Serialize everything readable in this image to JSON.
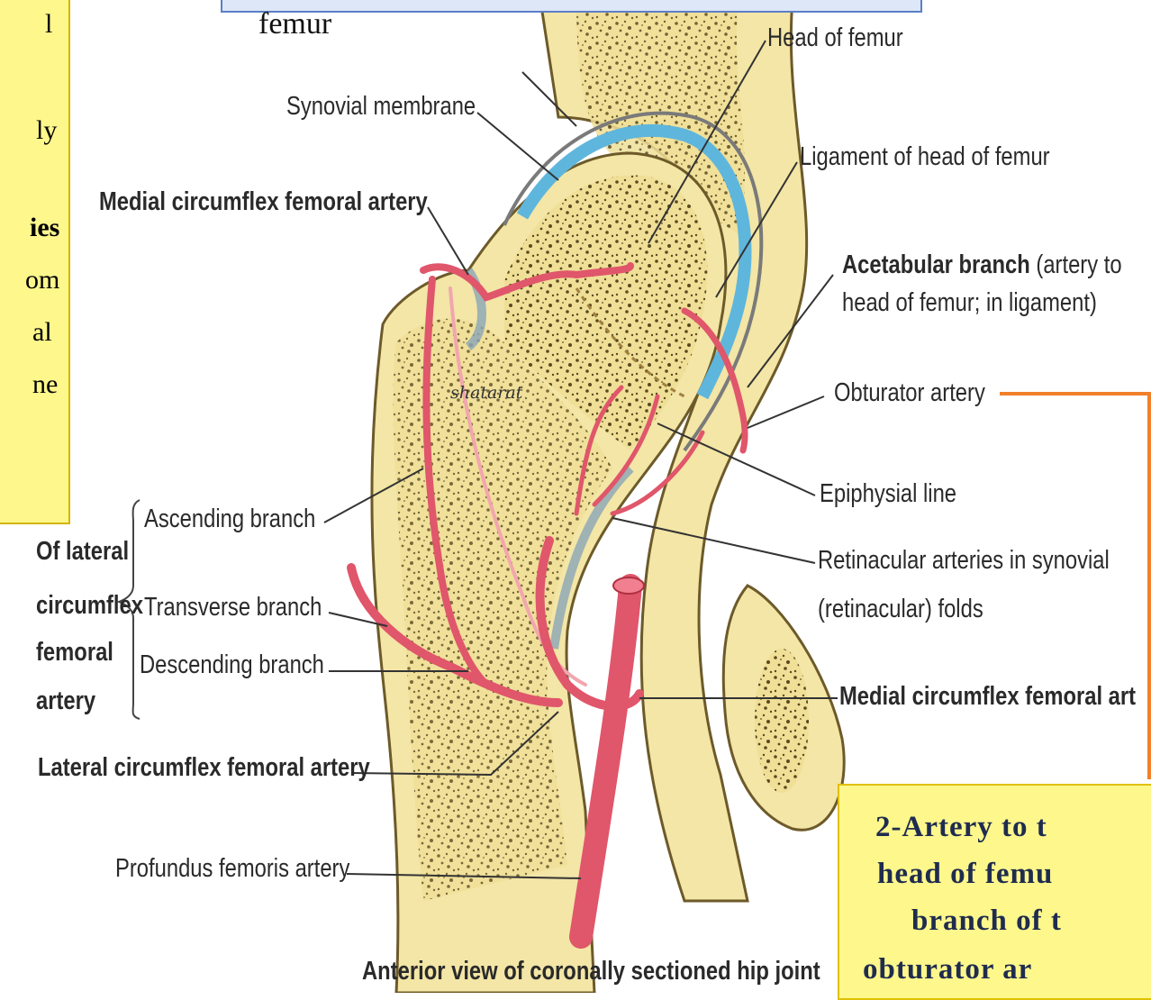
{
  "left_box": {
    "lines": [
      "l",
      "ly",
      "ies",
      "om",
      "al",
      "ne"
    ]
  },
  "top_box": {
    "text": "femur"
  },
  "labels": {
    "head_of_femur": "Head of femur",
    "synovial_membrane": "Synovial membrane",
    "ligament_of_head": "Ligament of head of femur",
    "medial_circumflex_top": "Medial circumflex femoral artery",
    "acetabular_branch_bold": "Acetabular branch",
    "acetabular_branch_rest": "(artery to",
    "acetabular_branch_line2": "head of femur; in ligament)",
    "obturator_artery": "Obturator artery",
    "epiphysial_line": "Epiphysial line",
    "retinacular_1": "Retinacular arteries in synovial",
    "retinacular_2": "(retinacular) folds",
    "medial_circumflex_right": "Medial circumflex femoral art",
    "ascending_branch": "Ascending branch",
    "transverse_branch": "Transverse branch",
    "descending_branch": "Descending branch",
    "of_lateral_1": "Of lateral",
    "of_lateral_2": "circumflex",
    "of_lateral_3": "femoral",
    "of_lateral_4": "artery",
    "lateral_circumflex": "Lateral circumflex femoral artery",
    "profundus": "Profundus femoris artery",
    "caption": "Anterior view of coronally sectioned hip joint"
  },
  "watermark": "shatarat",
  "artery_box": {
    "lines": [
      "2-Artery to t",
      "head of femu",
      "branch of t",
      "obturator ar"
    ]
  },
  "colors": {
    "bone": "#f3e6a6",
    "bone_outline": "#6d5a2a",
    "artery": "#e0566b",
    "synovial": "#5fb6dc",
    "callout_box": "#fdf78c",
    "top_box": "#dde7f7",
    "connector": "#f0802a"
  }
}
